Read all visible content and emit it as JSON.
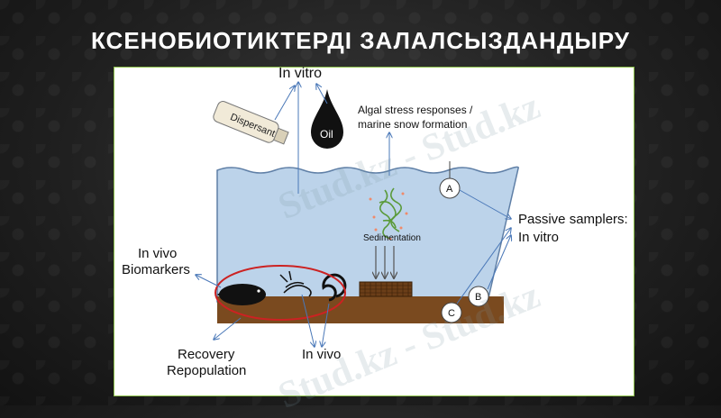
{
  "slide": {
    "title": "КСЕНОБИОТИКТЕРДІ ЗАЛАЛСЫЗДАНДЫРУ"
  },
  "diagram": {
    "in_vitro_top": "In vitro",
    "dispersant": "Dispersant",
    "oil": "Oil",
    "algal_line1": "Algal stress responses /",
    "algal_line2": "marine snow formation",
    "sedimentation": "Sedimentation",
    "passive_line1": "Passive samplers:",
    "passive_line2": "In vitro",
    "in_vivo_biomarkers_line1": "In vivo",
    "in_vivo_biomarkers_line2": "Biomarkers",
    "recovery_line1": "Recovery",
    "recovery_line2": "Repopulation",
    "in_vivo_bottom": "In vivo",
    "sampler_a": "A",
    "sampler_b": "B",
    "sampler_c": "C"
  },
  "watermark": "Stud.kz - Stud.kz",
  "colors": {
    "water": "#bcd3ea",
    "water_line": "#5f7fa6",
    "sediment": "#7a4a1f",
    "arrow": "#4a78b8",
    "ellipse": "#cc2222",
    "panel_border": "#8cc04a",
    "algae": "#5a9a3a"
  }
}
